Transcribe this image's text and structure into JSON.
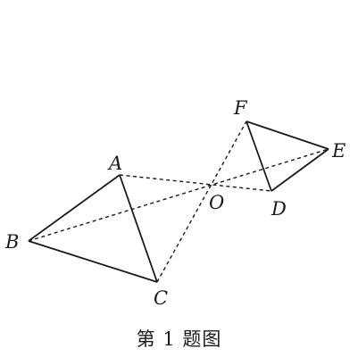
{
  "caption": "第 1 题图",
  "points": {
    "A": "A",
    "B": "B",
    "C": "C",
    "D": "D",
    "E": "E",
    "F": "F",
    "O": "O"
  },
  "triangles": [
    [
      "A",
      "B",
      "C"
    ],
    [
      "D",
      "E",
      "F"
    ]
  ],
  "dashed_segments": [
    [
      "A",
      "D"
    ],
    [
      "B",
      "E"
    ],
    [
      "C",
      "F"
    ]
  ],
  "line_color": "#1a1a1a"
}
